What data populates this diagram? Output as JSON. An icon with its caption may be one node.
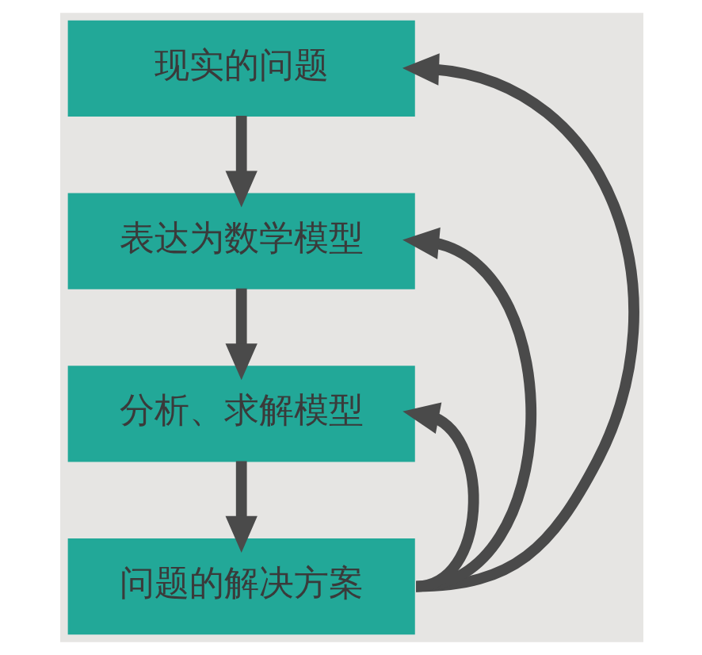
{
  "diagram": {
    "nodes": [
      {
        "text": [
          "现实的问题"
        ]
      },
      {
        "text": [
          "表达为数学模型"
        ]
      },
      {
        "text": [
          "分析、求解模型"
        ]
      },
      {
        "text": [
          "问题的解决方案"
        ]
      }
    ],
    "edges": [
      {
        "from": 0,
        "to": 1,
        "arrow": "to"
      },
      {
        "from": 1,
        "to": 2,
        "arrow": "to"
      },
      {
        "from": 2,
        "to": 3,
        "arrow": "to"
      },
      {
        "from": 3,
        "to": 0,
        "arrow": "to"
      },
      {
        "from": 3,
        "to": 1,
        "arrow": "to"
      },
      {
        "from": 3,
        "to": 2,
        "arrow": "to"
      }
    ]
  }
}
